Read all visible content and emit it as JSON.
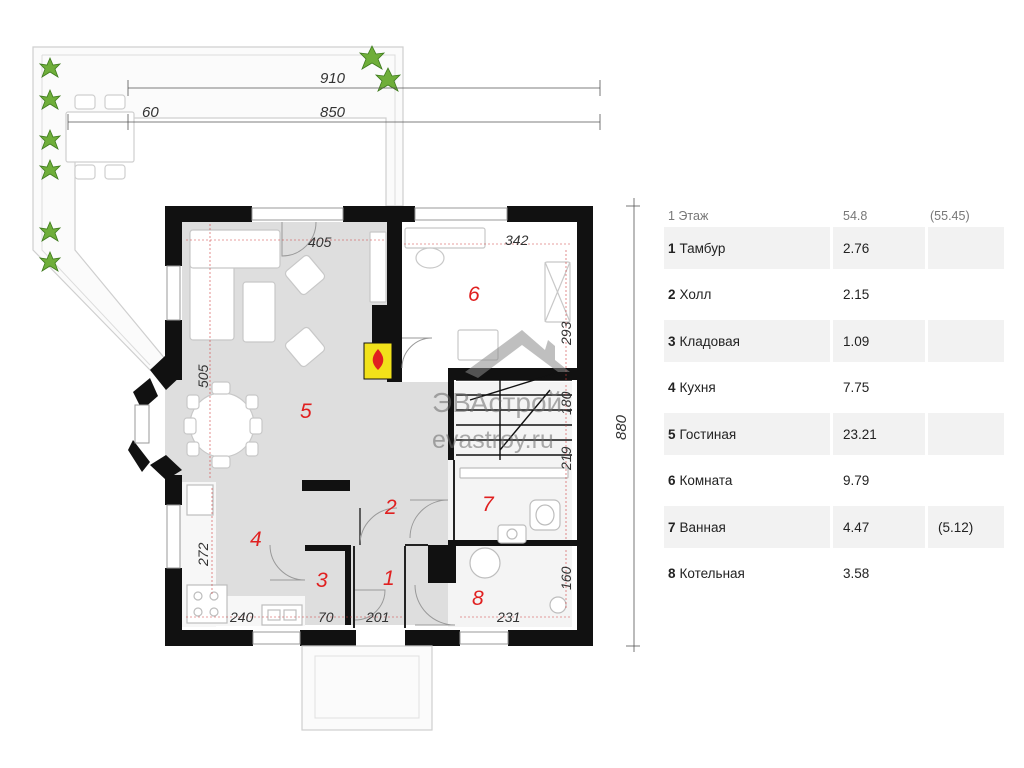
{
  "plan": {
    "dimensions": {
      "terrace_total": "910",
      "terrace_inner": "850",
      "terrace_offset": "60",
      "height_total": "880",
      "living_width": "405",
      "room6_width": "342",
      "room6_depth": "293",
      "stair_w": "180",
      "bath_depth": "219",
      "living_depth": "505",
      "kitchen_depth": "272",
      "kitchen_width": "240",
      "storage_width": "70",
      "tambour_width": "201",
      "boiler_width": "231",
      "boiler_depth": "160"
    },
    "room_numbers": [
      "1",
      "2",
      "3",
      "4",
      "5",
      "6",
      "7",
      "8"
    ],
    "watermark": {
      "brand": "ЭВАстрой",
      "url": "evastroy.ru"
    }
  },
  "legend": {
    "header": {
      "label": "1 Этаж",
      "area": "54.8",
      "area_alt": "(55.45)"
    },
    "rooms": [
      {
        "num": "1",
        "name": "Тамбур",
        "area": "2.76",
        "alt": ""
      },
      {
        "num": "2",
        "name": "Холл",
        "area": "2.15",
        "alt": ""
      },
      {
        "num": "3",
        "name": "Кладовая",
        "area": "1.09",
        "alt": ""
      },
      {
        "num": "4",
        "name": "Кухня",
        "area": "7.75",
        "alt": ""
      },
      {
        "num": "5",
        "name": "Гостиная",
        "area": "23.21",
        "alt": ""
      },
      {
        "num": "6",
        "name": "Комната",
        "area": "9.79",
        "alt": ""
      },
      {
        "num": "7",
        "name": "Ванная",
        "area": "4.47",
        "alt": "(5.12)"
      },
      {
        "num": "8",
        "name": "Котельная",
        "area": "3.58",
        "alt": ""
      }
    ]
  }
}
